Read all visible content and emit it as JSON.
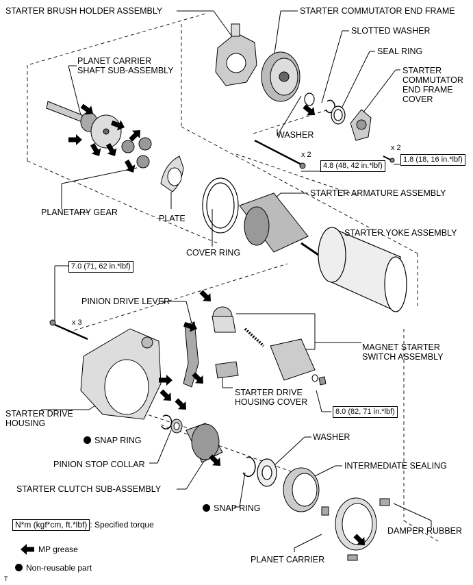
{
  "labels": {
    "brush_holder": "STARTER BRUSH HOLDER ASSEMBLY",
    "commutator_end_frame": "STARTER COMMUTATOR END FRAME",
    "slotted_washer": "SLOTTED WASHER",
    "seal_ring": "SEAL RING",
    "end_frame_cover": "STARTER\nCOMMUTATOR\nEND FRAME\nCOVER",
    "planet_carrier_shaft": "PLANET CARRIER\nSHAFT SUB-ASSEMBLY",
    "washer_top": "WASHER",
    "planetary_gear": "PLANETARY GEAR",
    "plate": "PLATE",
    "armature": "STARTER ARMATURE ASSEMBLY",
    "yoke": "STARTER YOKE ASSEMBLY",
    "cover_ring": "COVER RING",
    "pinion_drive_lever": "PINION DRIVE LEVER",
    "magnet_switch": "MAGNET STARTER\nSWITCH ASSEMBLY",
    "drive_housing_cover": "STARTER DRIVE\nHOUSING COVER",
    "drive_housing": "STARTER DRIVE\nHOUSING",
    "snap_ring_1": "SNAP RING",
    "washer_bottom": "WASHER",
    "pinion_stop_collar": "PINION STOP COLLAR",
    "intermediate_sealing": "INTERMEDIATE SEALING",
    "clutch": "STARTER CLUTCH SUB-ASSEMBLY",
    "snap_ring_2": "SNAP RING",
    "damper_rubber": "DAMPER RUBBER",
    "planet_carrier": "PLANET CARRIER"
  },
  "torques": {
    "end_frame_bolt": "4.8 (48, 42 in.*lbf)",
    "cover_screw": "1.8 (18, 16 in.*lbf)",
    "through_bolt": "7.0 (71, 62 in.*lbf)",
    "terminal_nut": "8.0 (82, 71 in.*lbf)"
  },
  "quantities": {
    "end_frame_bolt": "x 2",
    "cover_screw": "x 2",
    "through_bolt": "x 3"
  },
  "legend": {
    "torque_box": "N*m (kgf*cm, ft.*lbf)",
    "torque_desc": ": Specified torque",
    "grease": "MP grease",
    "non_reusable": "Non-reusable part"
  },
  "corner_mark": "T"
}
